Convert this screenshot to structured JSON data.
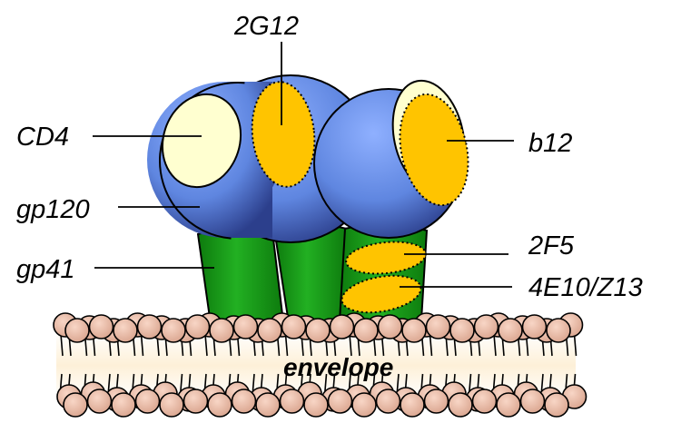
{
  "labels": {
    "cd4": "CD4",
    "gp120": "gp120",
    "gp41": "gp41",
    "g2g12": "2G12",
    "b12": "b12",
    "f2f5": "2F5",
    "e4e10": "4E10/Z13",
    "envelope": "envelope"
  },
  "colors": {
    "gp120_blue": "#5f86e0",
    "gp41_green": "#1aa51a",
    "epitope_yellow": "#ffc400",
    "cd4_cream": "#ffffd0",
    "lipid_head": "#f0c2ad"
  }
}
